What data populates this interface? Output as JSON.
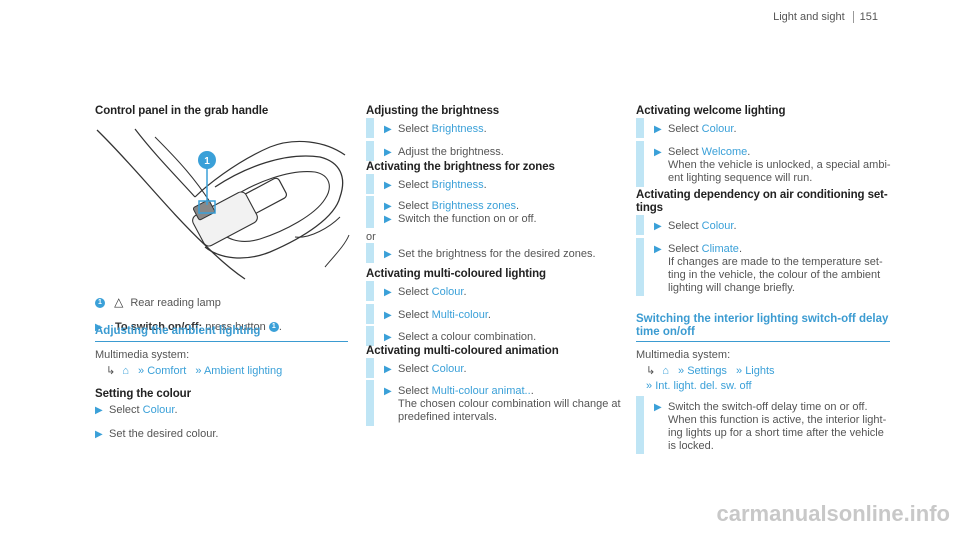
{
  "header": {
    "title": "Light and sight",
    "page": "151"
  },
  "col1": {
    "heading": "Control panel in the grab handle",
    "callout": "1",
    "legend_icon": "rear-reading-lamp-icon",
    "legend_text": "Rear reading lamp",
    "step_label": "To switch on/off:",
    "step_text": " press button ",
    "section_title": "Adjusting the ambient lighting",
    "menu_label": "Multimedia system:",
    "path1": "Comfort",
    "path2": "Ambient lighting",
    "subheading": "Setting the colour",
    "s1_pre": "Select ",
    "s1_link": "Colour",
    "s2": "Set the desired colour."
  },
  "col2": {
    "h1": "Adjusting the brightness",
    "a1_pre": "Select ",
    "a1_link": "Brightness",
    "a2": "Adjust the brightness.",
    "h2": "Activating the brightness for zones",
    "b1_pre": "Select ",
    "b1_link": "Brightness",
    "b2_pre": "Select ",
    "b2_link": "Brightness zones",
    "b3": "Switch the function on or off.",
    "or": "or",
    "b4": "Set the brightness for the desired zones.",
    "h3": "Activating multi-coloured lighting",
    "c1_pre": "Select ",
    "c1_link": "Colour",
    "c2_pre": "Select ",
    "c2_link": "Multi-colour",
    "c3": "Select a colour combination.",
    "h4": "Activating multi-coloured animation",
    "d1_pre": "Select ",
    "d1_link": "Colour",
    "d2_pre": "Select ",
    "d2_link": "Multi-colour animat..",
    "d2_l2": "The chosen colour combination will change at",
    "d2_l3": "predefined intervals."
  },
  "col3": {
    "h1": "Activating welcome lighting",
    "e1_pre": "Select ",
    "e1_link": "Colour",
    "e2_pre": "Select ",
    "e2_link": "Welcome",
    "e2_l2": "When the vehicle is unlocked, a special ambi-",
    "e2_l3": "ent lighting sequence will run.",
    "h2a": "Activating dependency on air conditioning set-",
    "h2b": "tings",
    "f1_pre": "Select ",
    "f1_link": "Colour",
    "f2_pre": "Select ",
    "f2_link": "Climate",
    "f2_l2": "If changes are made to the temperature set-",
    "f2_l3": "ting in the vehicle, the colour of the ambient",
    "f2_l4": "lighting will change briefly.",
    "section_a": "Switching the interior lighting switch-off delay",
    "section_b": "time on/off",
    "menu_label": "Multimedia system:",
    "path1": "Settings",
    "path2": "Lights",
    "path3": "Int. light. del. sw. off",
    "g1_l1": "Switch the switch-off delay time on or off.",
    "g1_l2": "When this function is active, the interior light-",
    "g1_l3": "ing lights up for a short time after the vehicle",
    "g1_l4": "is locked."
  },
  "footer": {
    "watermark": "carmanualsonline.info"
  },
  "colors": {
    "accent": "#3aa0d8",
    "bar": "#bfe5f5"
  }
}
